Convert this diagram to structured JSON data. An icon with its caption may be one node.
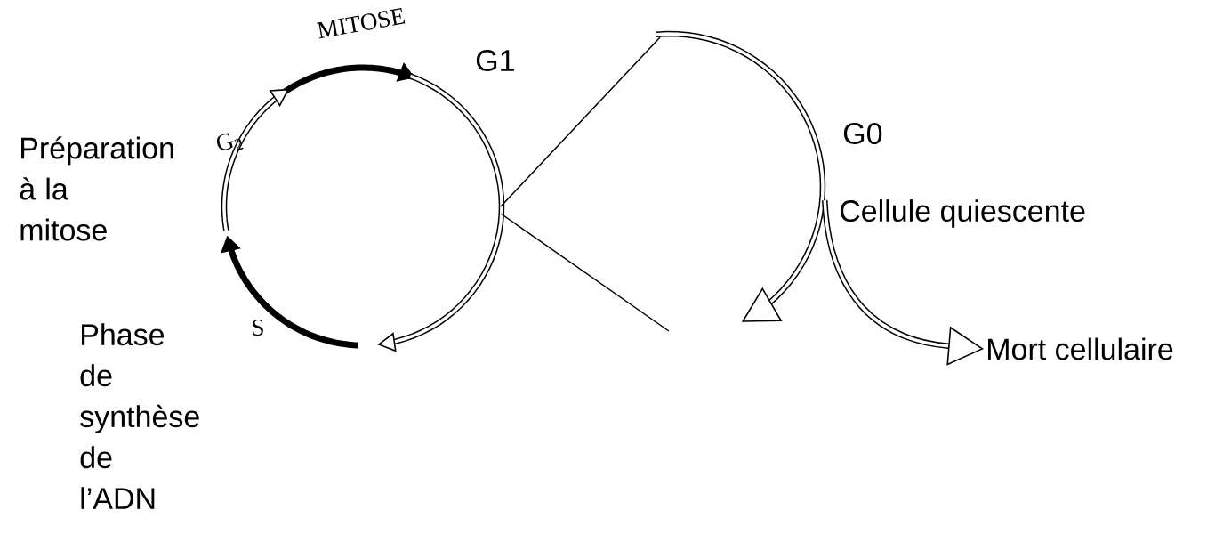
{
  "diagram": {
    "nodes": [
      {
        "text": [],
        "shape": "arc"
      },
      {
        "text": [
          "Mort cellulaire"
        ]
      }
    ],
    "edges": [
      {
        "from": 0,
        "to": 1,
        "arrow": "to"
      }
    ],
    "labels": [
      "MITOSE",
      "G1",
      "G$_{2}$",
      "Préparation à la mitose",
      "S",
      "Phase de synthèse de l’ADN",
      "G0",
      "Cellule quiescente"
    ]
  }
}
